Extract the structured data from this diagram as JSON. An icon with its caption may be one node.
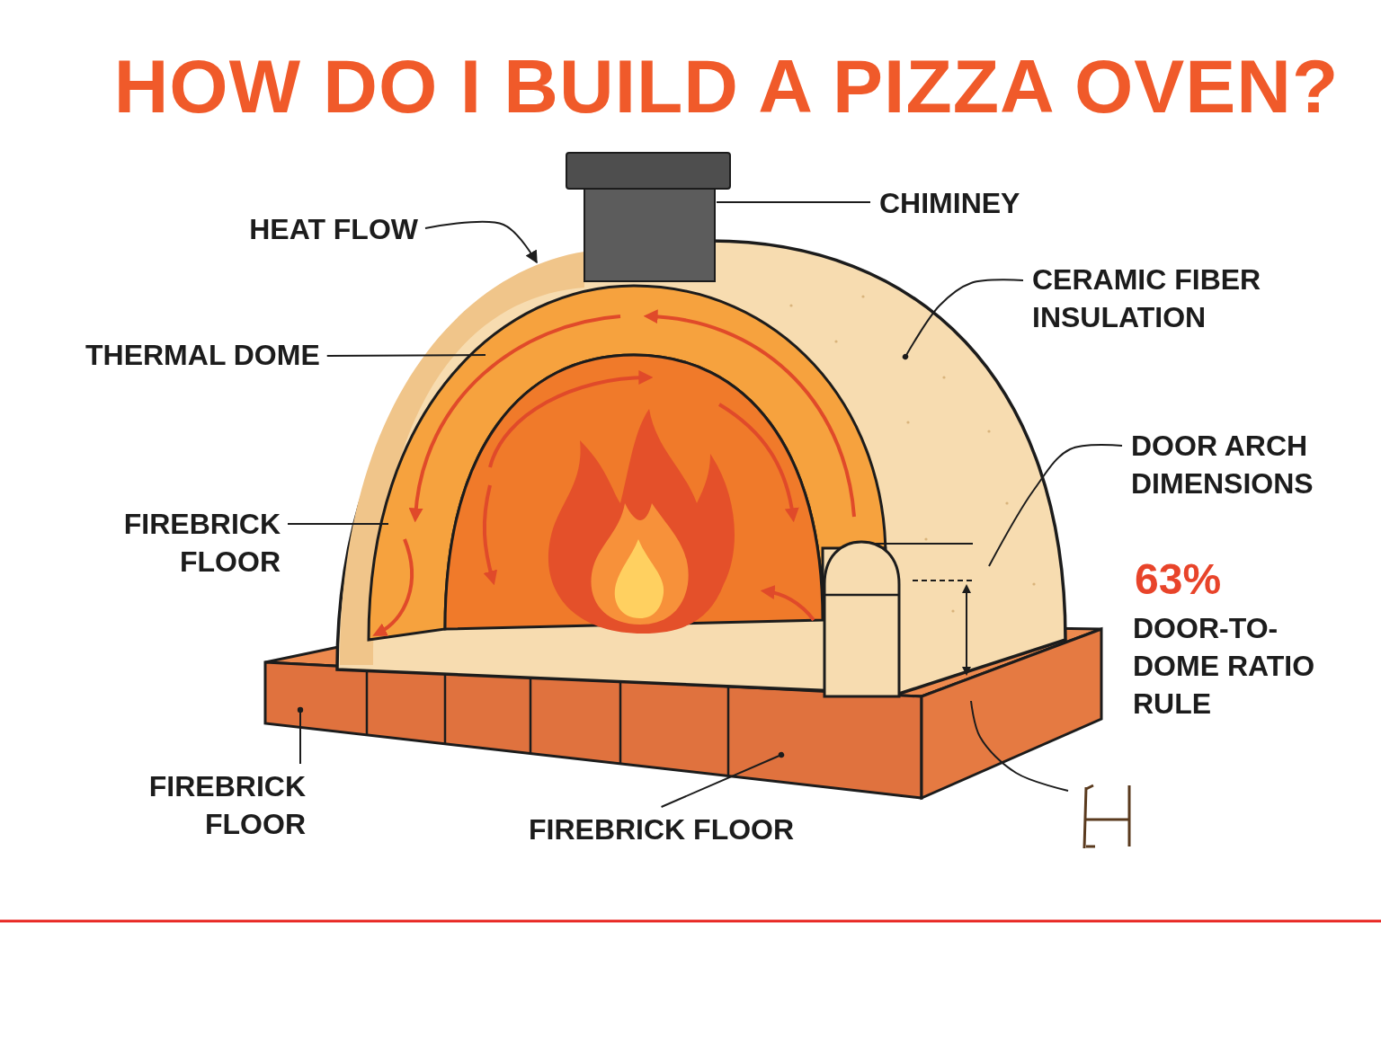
{
  "diagram": {
    "title": "HOW DO I BUILD A PIZZA OVEN?",
    "nodes": [
      {
        "text": [
          "HEAT FLOW"
        ]
      },
      {
        "text": [
          "CHIMINEY"
        ]
      },
      {
        "text": [
          "CERAMIC FIBER INSULATION"
        ]
      },
      {
        "text": [
          "THERMAL DOME"
        ]
      },
      {
        "text": [
          "DOOR ARCH DIMENSIONS"
        ]
      },
      {
        "text": [
          "FIREBRICK FLOOR"
        ]
      },
      {
        "text": [
          "FIREBRICK FLOOR"
        ]
      },
      {
        "text": [
          "FIREBRICK FLOOR"
        ]
      },
      {
        "text": [],
        "shape": "picture"
      }
    ],
    "edges": [
      {
        "from": 0,
        "to": null,
        "arrow": "to"
      },
      {
        "from": 1,
        "to": null,
        "arrow": "none"
      },
      {
        "from": 2,
        "to": null,
        "arrow": "other"
      },
      {
        "from": 3,
        "to": null,
        "arrow": "none"
      },
      {
        "from": 4,
        "to": null,
        "arrow": "none"
      },
      {
        "from": 5,
        "to": null,
        "arrow": "none"
      },
      {
        "from": 6,
        "to": null,
        "arrow": "other"
      },
      {
        "from": 7,
        "to": null,
        "arrow": "other"
      },
      {
        "from": 8,
        "to": null,
        "arrow": "none"
      }
    ],
    "labels": [
      "63%",
      "DOOR-TO-DOME RATIO RULE"
    ]
  }
}
